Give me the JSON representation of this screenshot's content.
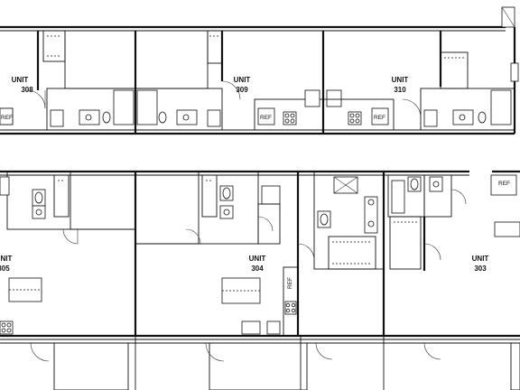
{
  "plan": {
    "units_upper": [
      {
        "line1": "UNIT",
        "line2": "308"
      },
      {
        "line1": "UNIT",
        "line2": "309"
      },
      {
        "line1": "UNIT",
        "line2": "310"
      }
    ],
    "units_lower": [
      {
        "line1": "UNIT",
        "line2": "305"
      },
      {
        "line1": "UNIT",
        "line2": "304"
      },
      {
        "line1": "UNIT",
        "line2": "303"
      }
    ],
    "ref_label": "REF"
  }
}
